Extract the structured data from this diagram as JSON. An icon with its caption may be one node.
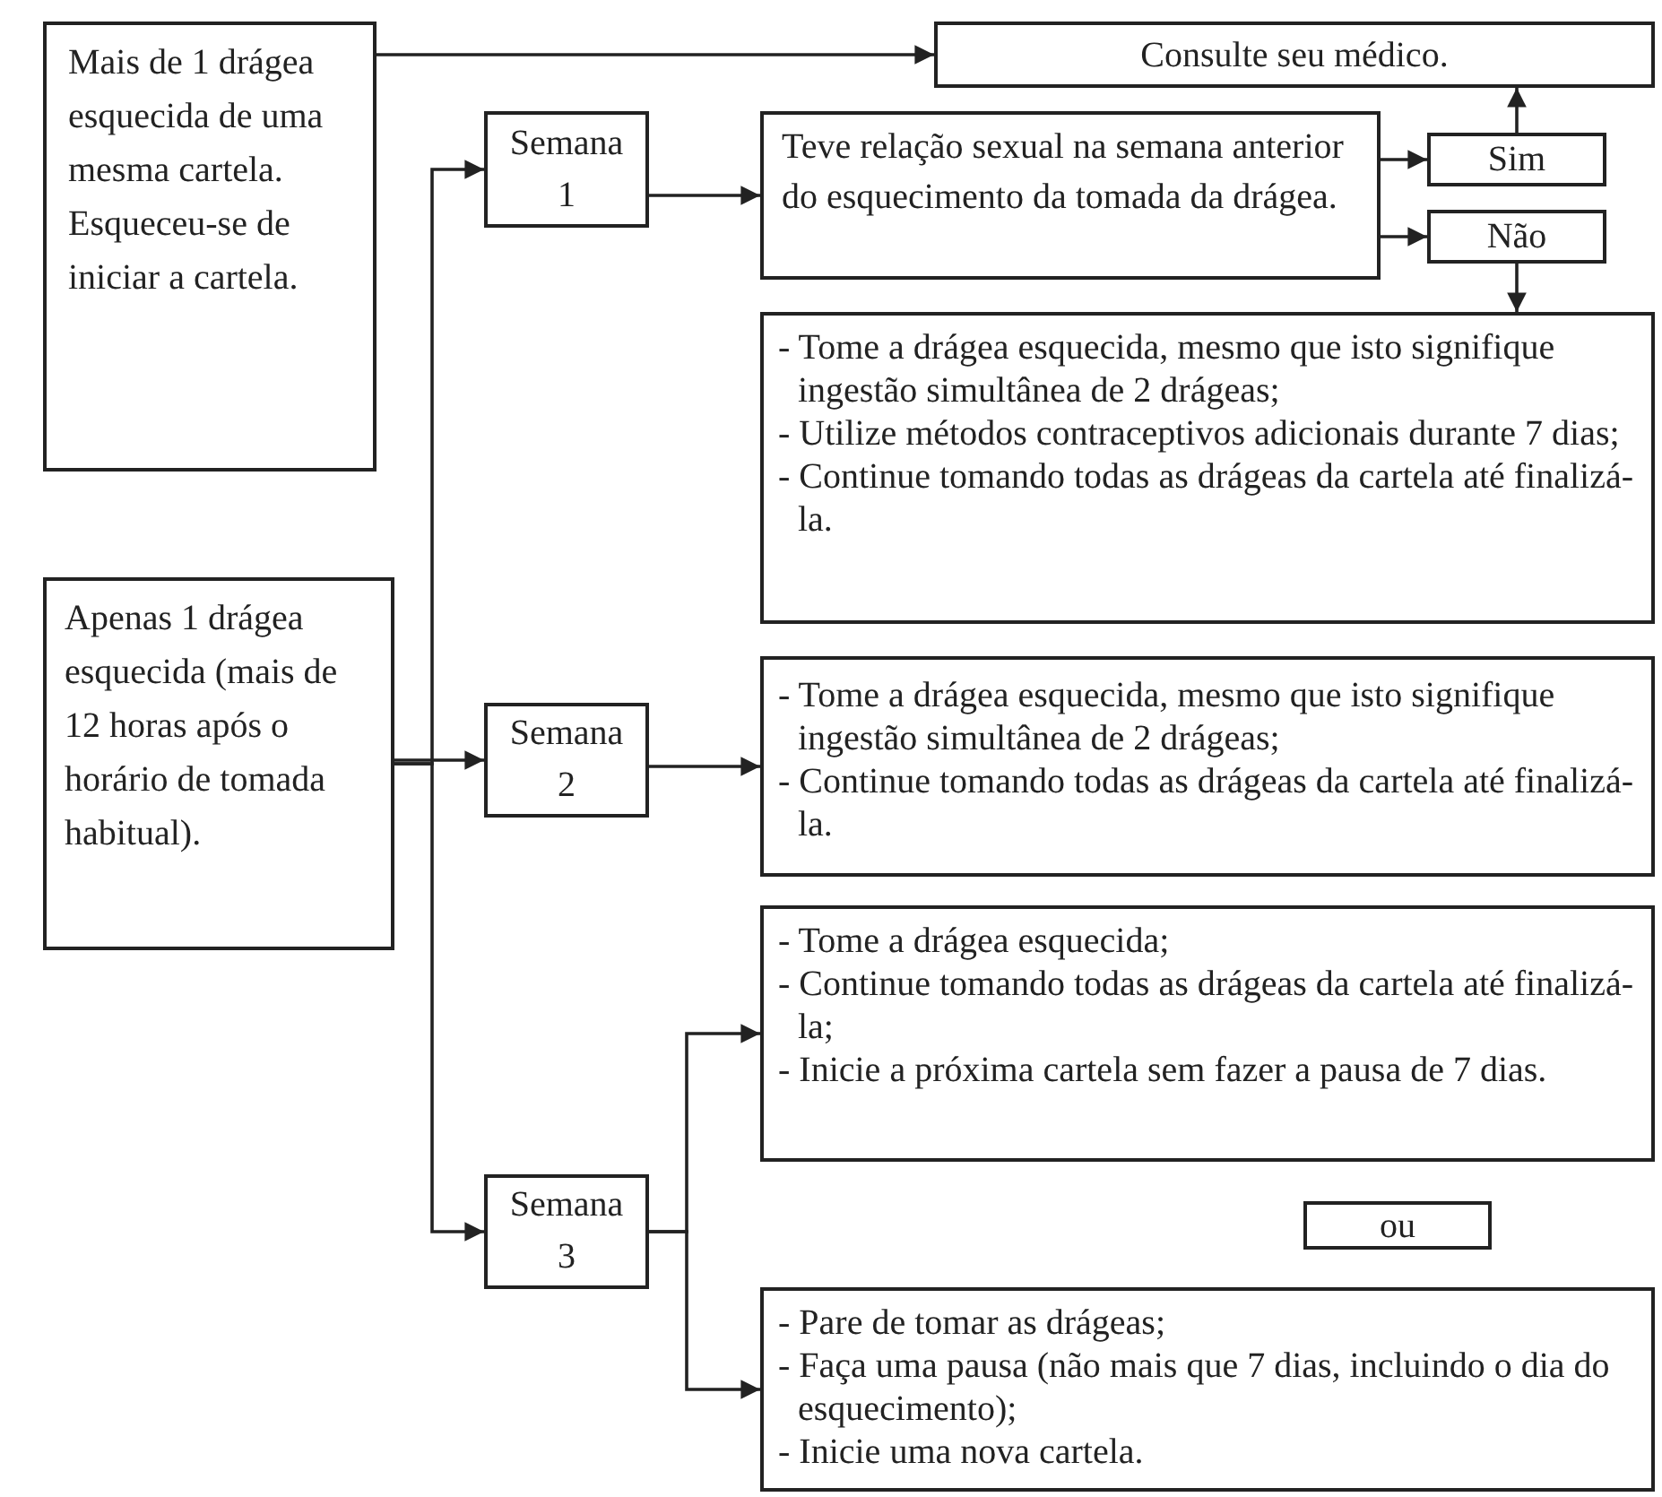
{
  "diagram": {
    "nodes": [
      {
        "text": [
          "Mais de 1 drágea esquecida de uma mesma cartela. Esqueceu-se de iniciar a cartela."
        ]
      },
      {
        "text": [
          "Consulte seu médico."
        ]
      },
      {
        "text": [
          "Semana 1"
        ]
      },
      {
        "text": [
          "Teve relação sexual na semana anterior do esquecimento da tomada da drágea."
        ]
      },
      {
        "text": [
          "Sim"
        ]
      },
      {
        "text": [
          "Não"
        ]
      },
      {
        "text": [
          "- Tome a drágea esquecida, mesmo que isto signifique ingestão simultânea de 2 drágeas;",
          "- Utilize métodos contraceptivos adicionais durante 7 dias;",
          "- Continue tomando todas as drágeas da cartela até finalizá-la."
        ]
      },
      {
        "text": [
          "Apenas 1 drágea esquecida (mais de 12 horas após o horário de tomada habitual)."
        ]
      },
      {
        "text": [
          "Semana 2"
        ]
      },
      {
        "text": [
          "- Tome a drágea esquecida, mesmo que isto signifique ingestão simultânea de 2 drágeas;",
          "- Continue tomando todas as drágeas da cartela até finalizá-la."
        ]
      },
      {
        "text": [
          "- Tome a drágea esquecida;",
          "- Continue tomando todas as drágeas da cartela até finalizá-la;",
          "- Inicie a próxima cartela sem fazer a pausa de 7 dias."
        ]
      },
      {
        "text": [
          "Semana 3"
        ]
      },
      {
        "text": [
          "ou"
        ]
      },
      {
        "text": [
          "- Pare de tomar as drágeas;",
          "- Faça uma pausa (não mais que 7 dias, incluindo o dia do esquecimento);",
          "- Inicie uma nova cartela."
        ]
      }
    ],
    "edges": [
      {
        "from": 0,
        "to": 1,
        "arrow": "to"
      },
      {
        "from": 7,
        "to": 2,
        "arrow": "to"
      },
      {
        "from": 7,
        "to": 8,
        "arrow": "to"
      },
      {
        "from": 7,
        "to": 11,
        "arrow": "to"
      },
      {
        "from": 2,
        "to": 3,
        "arrow": "to"
      },
      {
        "from": 3,
        "to": 4,
        "arrow": "to"
      },
      {
        "from": 3,
        "to": 5,
        "arrow": "to"
      },
      {
        "from": 4,
        "to": 1,
        "arrow": "to"
      },
      {
        "from": 5,
        "to": 6,
        "arrow": "to"
      },
      {
        "from": 8,
        "to": 9,
        "arrow": "to"
      },
      {
        "from": 11,
        "to": 10,
        "arrow": "to"
      },
      {
        "from": 11,
        "to": 13,
        "arrow": "to"
      }
    ]
  }
}
